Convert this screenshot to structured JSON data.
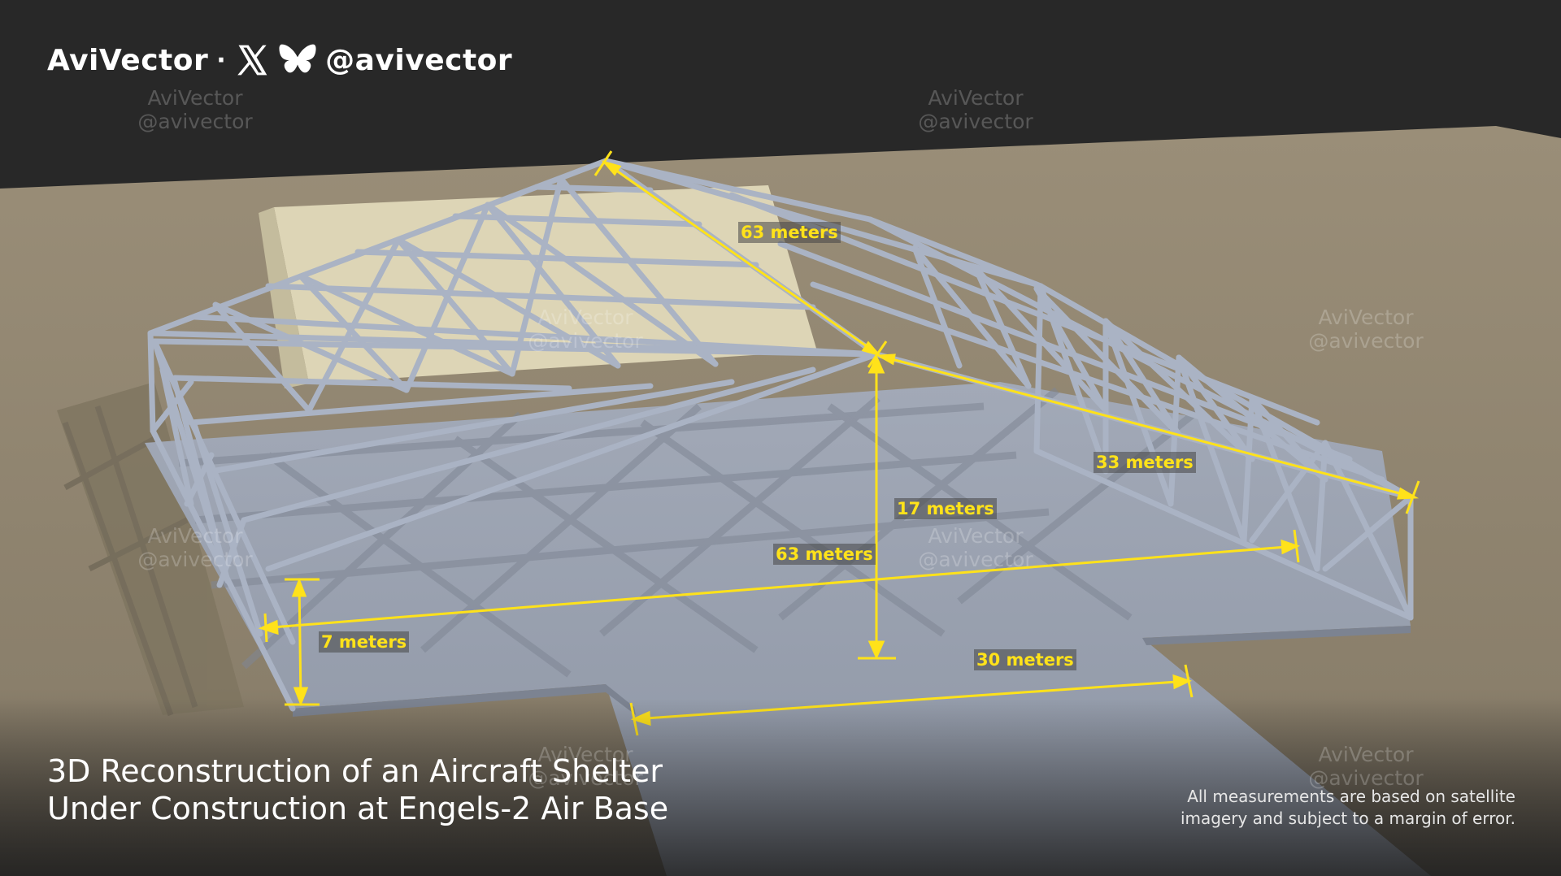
{
  "brand": {
    "name": "AviVector",
    "separator": "·",
    "handle": "@avivector"
  },
  "watermark": {
    "line1": "AviVector",
    "line2": "@avivector"
  },
  "title": {
    "line1": "3D Reconstruction of an Aircraft Shelter",
    "line2": "Under Construction at Engels-2 Air Base"
  },
  "disclaimer": {
    "line1": "All measurements are based on satellite",
    "line2": "imagery and subject to a margin of error."
  },
  "measurements": {
    "roof_length": "63 meters",
    "roof_slope": "33 meters",
    "ridge_height": "17 meters",
    "floor_length": "63 meters",
    "wall_height": "7 meters",
    "apron_width": "30 meters"
  },
  "colors": {
    "background": "#282828",
    "ground": "#948974",
    "pad": "#9aa2b1",
    "truss": "#aab3c4",
    "panel": "#dcd4b6",
    "dimension_lines": "#ffe21a",
    "text": "#ffffff"
  },
  "icons": [
    "x-logo-icon",
    "butterfly-icon"
  ]
}
